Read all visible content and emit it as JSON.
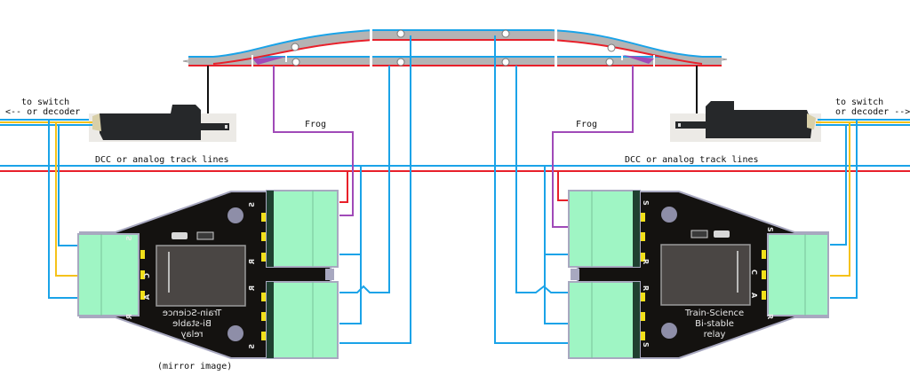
{
  "colors": {
    "dcc_blue": "#1aa3e8",
    "dcc_red": "#e8202a",
    "frog_purple": "#a04ab8",
    "switch_yellow": "#f5c21a",
    "rail_gray": "#b4b4b4",
    "pcb_black": "#141210",
    "terminal_green": "#9ff5c4",
    "mount_hole": "#8e8ea8"
  },
  "labels": {
    "to_switch_left_line1": "to switch",
    "to_switch_left_line2": "<-- or decoder",
    "to_switch_right_line1": "to switch",
    "to_switch_right_line2": "or decoder -->",
    "dcc_left": "DCC or analog track lines",
    "dcc_right": "DCC or analog track lines",
    "frog_left": "Frog",
    "frog_right": "Frog",
    "mirror_note": "(mirror image)"
  },
  "boards": {
    "left": {
      "mirrored": true,
      "title_lines": [
        "Train-Science",
        "Bi-stable",
        "relay"
      ],
      "input_pins": [
        "S",
        "A",
        "C",
        "R"
      ],
      "output_top_pins": [
        "S",
        "R"
      ],
      "output_bottom_pins": [
        "R",
        "S"
      ]
    },
    "right": {
      "mirrored": false,
      "title_lines": [
        "Train-Science",
        "Bi-stable",
        "relay"
      ],
      "input_pins": [
        "S",
        "C",
        "A",
        "R"
      ],
      "output_top_pins": [
        "S",
        "R"
      ],
      "output_bottom_pins": [
        "R",
        "S"
      ]
    }
  }
}
